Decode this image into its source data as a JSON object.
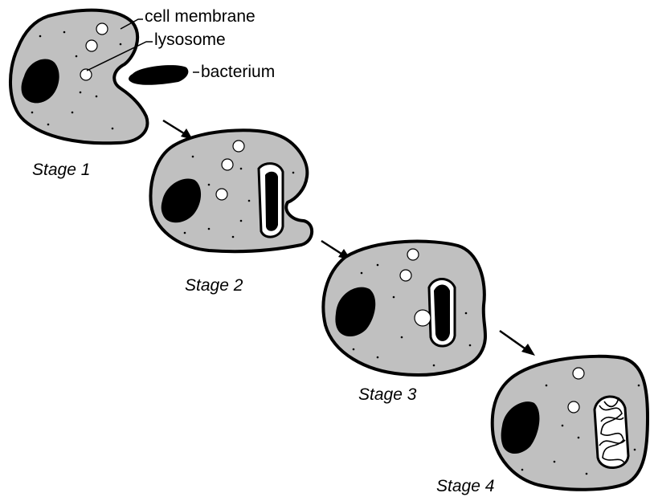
{
  "labels": {
    "cell_membrane": "cell membrane",
    "lysosome": "lysosome",
    "bacterium": "bacterium"
  },
  "stages": [
    {
      "label": "Stage 1"
    },
    {
      "label": "Stage 2"
    },
    {
      "label": "Stage 3"
    },
    {
      "label": "Stage 4"
    }
  ],
  "colors": {
    "cytoplasm": "#c0c0c0",
    "outline": "#000000",
    "lysosome": "#ffffff",
    "background": "#ffffff"
  }
}
